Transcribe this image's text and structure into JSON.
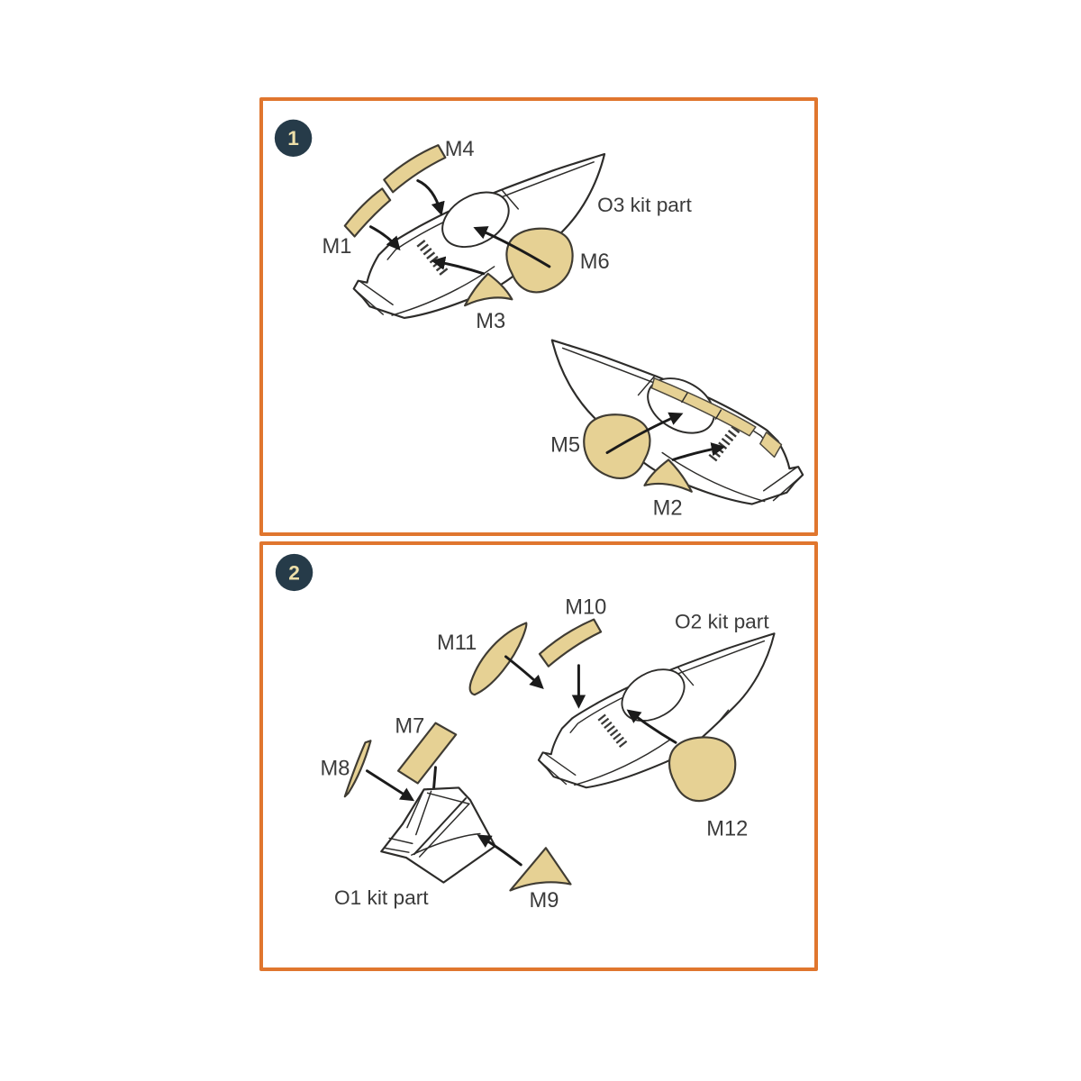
{
  "diagram": {
    "background": "#ffffff",
    "colors": {
      "panel_border": "#e0762e",
      "badge_background": "#263b49",
      "badge_number": "#eddfa9",
      "mask_fill": "#e6d194",
      "mask_outline": "#403c33",
      "line_art": "#2d2c2a",
      "label_text": "#3b3b3b",
      "arrow": "#1b1b1b"
    },
    "steps": [
      {
        "number": "1",
        "part_label": "O3 kit part",
        "mask_labels": {
          "m1": "M1",
          "m2": "M2",
          "m3": "M3",
          "m4": "M4",
          "m5": "M5",
          "m6": "M6"
        }
      },
      {
        "number": "2",
        "part_labels": {
          "o1": "O1 kit part",
          "o2": "O2 kit part"
        },
        "mask_labels": {
          "m7": "M7",
          "m8": "M8",
          "m9": "M9",
          "m10": "M10",
          "m11": "M11",
          "m12": "M12"
        }
      }
    ]
  }
}
